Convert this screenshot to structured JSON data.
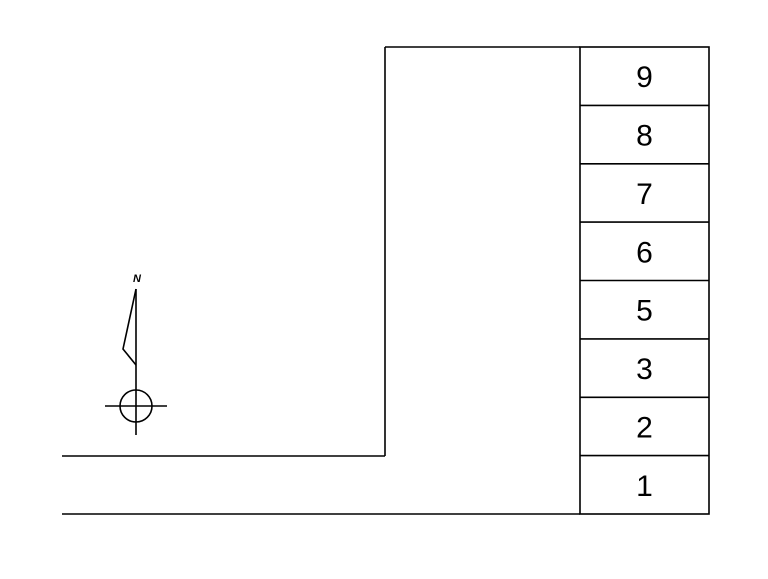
{
  "floors": [
    {
      "label": "9"
    },
    {
      "label": "8"
    },
    {
      "label": "7"
    },
    {
      "label": "6"
    },
    {
      "label": "5"
    },
    {
      "label": "3"
    },
    {
      "label": "2"
    },
    {
      "label": "1"
    }
  ],
  "compass": {
    "north_label": "N"
  }
}
